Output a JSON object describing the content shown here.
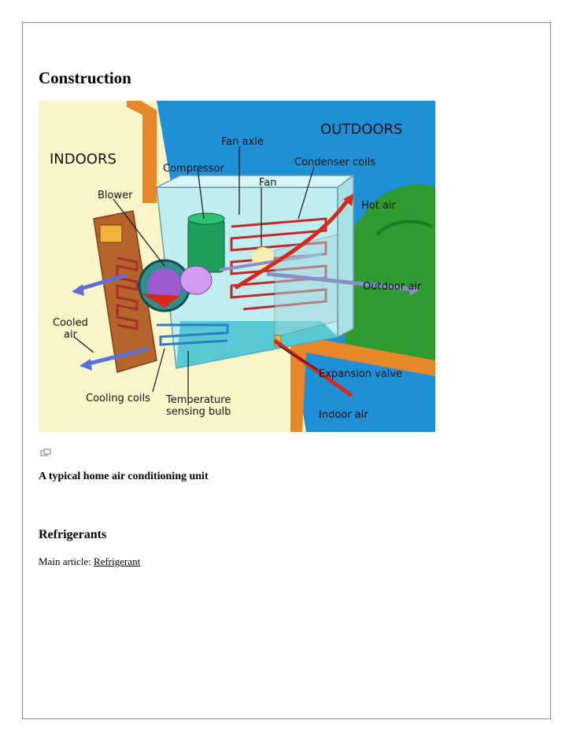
{
  "heading_construction": "Construction",
  "figure": {
    "labels": {
      "indoors": "INDOORS",
      "outdoors": "OUTDOORS",
      "fan_axle": "Fan axle",
      "compressor": "Compressor",
      "condenser_coils": "Condenser coils",
      "fan": "Fan",
      "blower": "Blower",
      "hot_air": "Hot air",
      "outdoor_air": "Outdoor air",
      "cooled": "Cooled",
      "air": "air",
      "expansion_valve": "Expansion valve",
      "cooling_coils": "Cooling coils",
      "temperature": "Temperature",
      "sensing_bulb": "sensing bulb",
      "indoor_air": "Indoor air"
    },
    "colors": {
      "sky": "#1f8fd6",
      "indoor_bg": "#fbf6c9",
      "wall": "#e8862a",
      "tree": "#2f9a2f",
      "unit_panel": "#bfeef0",
      "hot_arrow": "#d42a1e",
      "cool_arrow": "#5b6fd8",
      "compressor": "#1d9e5a"
    }
  },
  "icon": "expand-image-icon",
  "caption": "A typical home air conditioning unit",
  "heading_refrigerants": "Refrigerants",
  "main_article": {
    "prefix": "Main article: ",
    "link": "Refrigerant"
  }
}
